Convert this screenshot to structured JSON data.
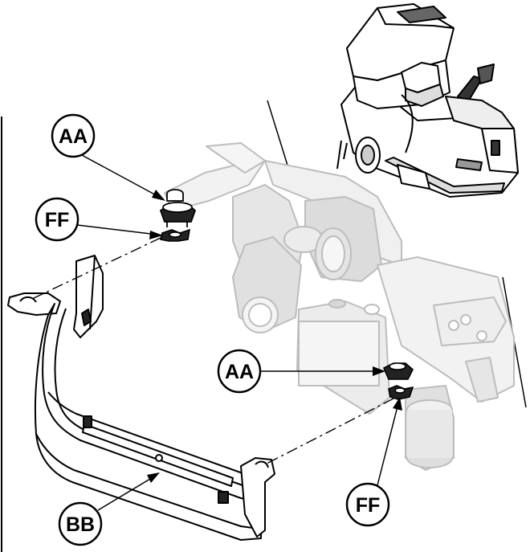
{
  "callouts": {
    "aa_top": "AA",
    "ff_top": "FF",
    "aa_bottom": "AA",
    "ff_bottom": "FF",
    "bb": "BB"
  },
  "colors": {
    "line": "#000000",
    "ghost_part": "#bdbdbd",
    "ghost_fill": "#e4e4e4",
    "background": "#ffffff"
  }
}
